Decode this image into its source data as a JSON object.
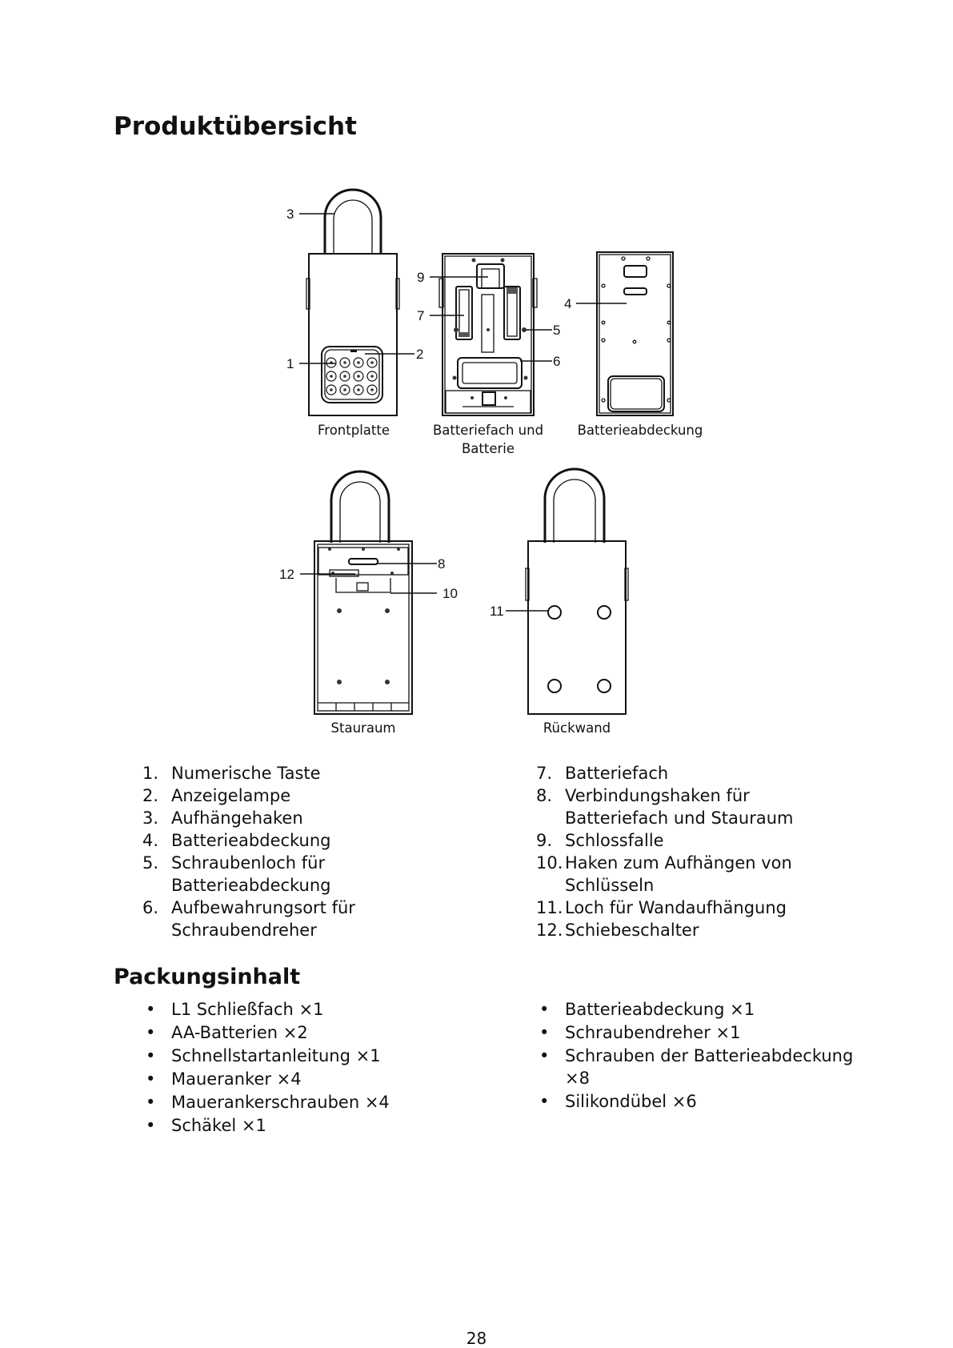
{
  "title": "Produktübersicht",
  "figure": {
    "callouts": {
      "c1": "1",
      "c2": "2",
      "c3": "3",
      "c4": "4",
      "c5": "5",
      "c6": "6",
      "c7": "7",
      "c8": "8",
      "c9": "9",
      "c10": "10",
      "c11": "11",
      "c12": "12"
    },
    "keypad_icons": [
      "digit-1-key-icon",
      "digit-2-key-icon",
      "digit-3-key-icon",
      "digit-4-key-icon",
      "digit-5-key-icon",
      "digit-6-key-icon",
      "digit-7-key-icon",
      "digit-8-key-icon",
      "cancel-key-icon",
      "digit-9-key-icon",
      "digit-0-key-icon",
      "confirm-key-icon"
    ],
    "captions": {
      "front": "Frontplatte",
      "battery_compartment": "Batteriefach und Batterie",
      "battery_cover": "Batterieabdeckung",
      "storage": "Stauraum",
      "back": "Rückwand"
    }
  },
  "parts": [
    {
      "num": "1.",
      "text": "Numerische Taste"
    },
    {
      "num": "2.",
      "text": "Anzeigelampe"
    },
    {
      "num": "3.",
      "text": "Aufhängehaken"
    },
    {
      "num": "4.",
      "text": "Batterieabdeckung"
    },
    {
      "num": "5.",
      "text": "Schraubenloch für Batterieabdeckung"
    },
    {
      "num": "6.",
      "text": "Aufbewahrungsort für Schraubendreher"
    },
    {
      "num": "7.",
      "text": "Batteriefach"
    },
    {
      "num": "8.",
      "text": "Verbindungshaken für Batteriefach und Stauraum"
    },
    {
      "num": "9.",
      "text": "Schlossfalle"
    },
    {
      "num": "10.",
      "text": "Haken zum Aufhängen von Schlüsseln"
    },
    {
      "num": "11.",
      "text": "Loch für Wandaufhängung"
    },
    {
      "num": "12.",
      "text": "Schiebeschalter"
    }
  ],
  "contents_title": "Packungsinhalt",
  "contents_left": [
    "L1 Schließfach ×1",
    "AA-Batterien ×2",
    "Schnellstartanleitung ×1",
    "Maueranker ×4",
    "Mauerankerschrauben ×4",
    "Schäkel ×1"
  ],
  "contents_right": [
    "Batterieabdeckung ×1",
    "Schraubendreher ×1",
    "Schrauben der Batterieabdeckung ×8",
    "Silikondübel ×6"
  ],
  "page_number": "28"
}
